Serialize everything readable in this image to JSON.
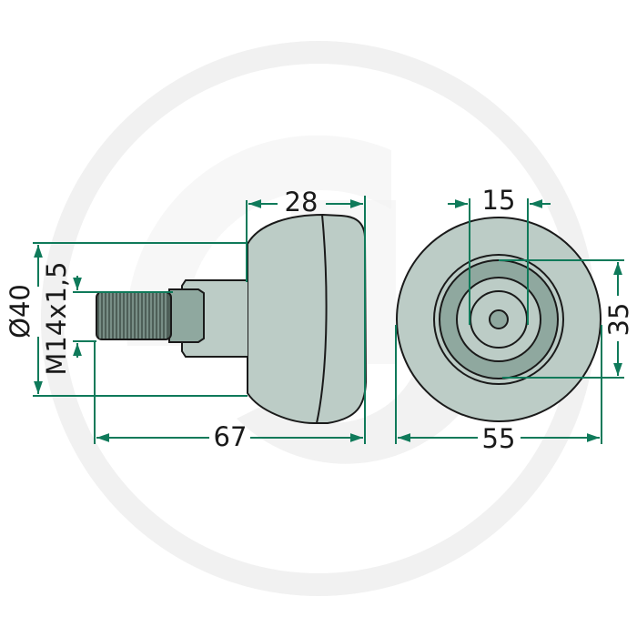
{
  "drawing": {
    "title": "Technical drawing – threaded mushroom knob / roller",
    "watermark": "brand-logo-ring",
    "colors": {
      "background": "#ffffff",
      "watermark": "#f1f1f1",
      "dimension_line": "#0f7a5a",
      "outline": "#1a1a1a",
      "body_fill": "#bcccc6",
      "dark_fill": "#8fa89f",
      "thread_fill": "#4e5f58"
    },
    "side_view": {
      "dimensions": {
        "head_width": "28",
        "overall_length": "67",
        "head_diameter": "Ø40",
        "thread": "M14x1,5"
      }
    },
    "front_view": {
      "dimensions": {
        "inner_diameter": "15",
        "ring_diameter": "35",
        "outer_diameter": "55"
      }
    }
  }
}
